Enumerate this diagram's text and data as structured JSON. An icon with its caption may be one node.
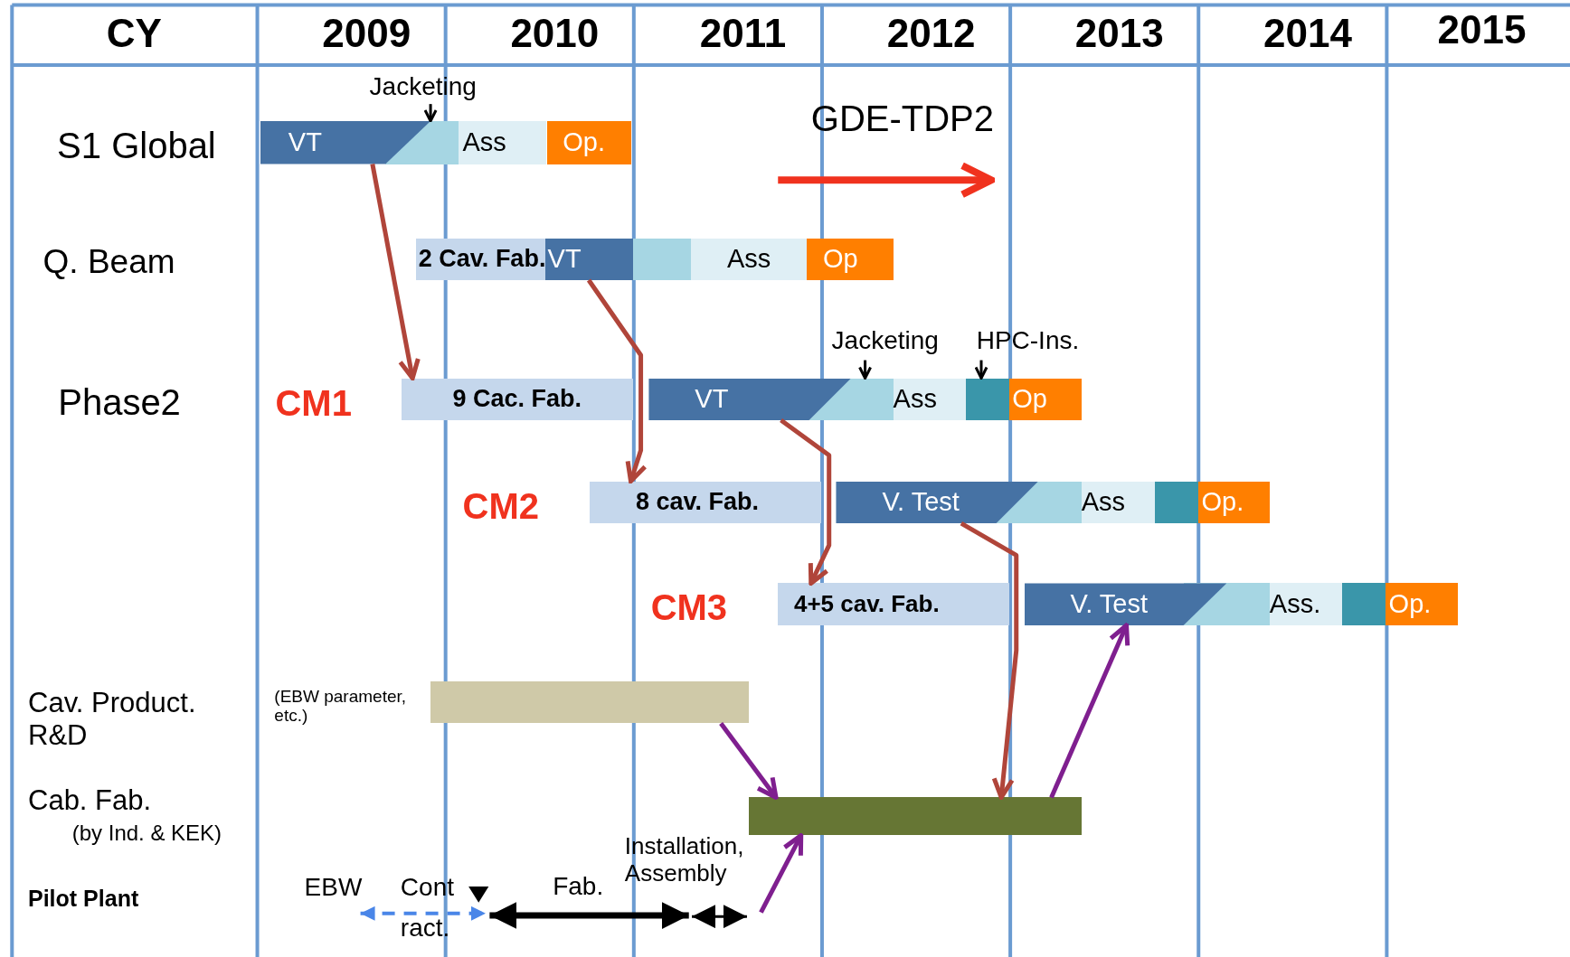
{
  "diagram": {
    "nodes": [
      {
        "text": [
          "VT"
        ]
      },
      {
        "text": [],
        "shape": "bar"
      },
      {
        "text": [
          "Ass"
        ]
      },
      {
        "text": [
          "Op."
        ]
      },
      {
        "text": [
          "Jacketing"
        ]
      },
      {
        "text": [
          "2 Cav. Fab."
        ]
      },
      {
        "text": [
          "VT"
        ]
      },
      {
        "text": [],
        "shape": "bar"
      },
      {
        "text": [
          "Ass"
        ]
      },
      {
        "text": [
          "Op"
        ]
      },
      {
        "text": [
          "9 Cac. Fab."
        ]
      },
      {
        "text": [
          "VT"
        ]
      },
      {
        "text": [],
        "shape": "bar"
      },
      {
        "text": [
          "Ass"
        ]
      },
      {
        "text": [],
        "shape": "bar"
      },
      {
        "text": [
          "Op"
        ]
      },
      {
        "text": [
          "Jacketing"
        ]
      },
      {
        "text": [
          "HPC-Ins."
        ]
      },
      {
        "text": [
          "8 cav. Fab."
        ]
      },
      {
        "text": [
          "V. Test"
        ]
      },
      {
        "text": [],
        "shape": "bar"
      },
      {
        "text": [
          "Ass"
        ]
      },
      {
        "text": [],
        "shape": "bar"
      },
      {
        "text": [
          "Op."
        ]
      },
      {
        "text": [
          "4+5 cav. Fab."
        ]
      },
      {
        "text": [
          "V. Test"
        ]
      },
      {
        "text": [],
        "shape": "bar"
      },
      {
        "text": [
          "Ass."
        ]
      },
      {
        "text": [],
        "shape": "bar"
      },
      {
        "text": [
          "Op."
        ]
      },
      {
        "text": [],
        "shape": "bar"
      },
      {
        "text": [],
        "shape": "bar"
      }
    ],
    "edges": [
      {
        "from": 4,
        "to": 1,
        "arrow": "to",
        "color": "#000000"
      },
      {
        "from": 16,
        "to": 12,
        "arrow": "to",
        "color": "#000000"
      },
      {
        "from": 17,
        "to": 14,
        "arrow": "to",
        "color": "#000000"
      },
      {
        "from": 0,
        "to": 10,
        "arrow": "to"
      },
      {
        "from": 6,
        "to": 18,
        "arrow": "to"
      },
      {
        "from": 11,
        "to": 24,
        "arrow": "to"
      },
      {
        "from": 19,
        "to": 31,
        "arrow": "to"
      },
      {
        "from": 30,
        "to": 31,
        "arrow": "to",
        "color": "#7f1f8f"
      },
      {
        "from": 31,
        "to": 25,
        "arrow": "to",
        "color": "#7f1f8f"
      },
      {
        "from": null,
        "to": 31,
        "arrow": "to",
        "color": "#7f1f8f"
      }
    ],
    "labels": [
      "CY",
      "2009",
      "2010",
      "2011",
      "2012",
      "2013",
      "2014",
      "2015",
      "S1 Global",
      "Q. Beam",
      "Phase2",
      "CM1",
      "CM2",
      "CM3",
      "Cav. Product. R&D",
      "Cab. Fab.",
      "(by Ind. & KEK)",
      "Pilot Plant",
      "(EBW parameter, etc.)",
      "GDE-TDP2",
      "EBW",
      "Cont ract.",
      "Fab.",
      "Installation, Assembly"
    ]
  }
}
